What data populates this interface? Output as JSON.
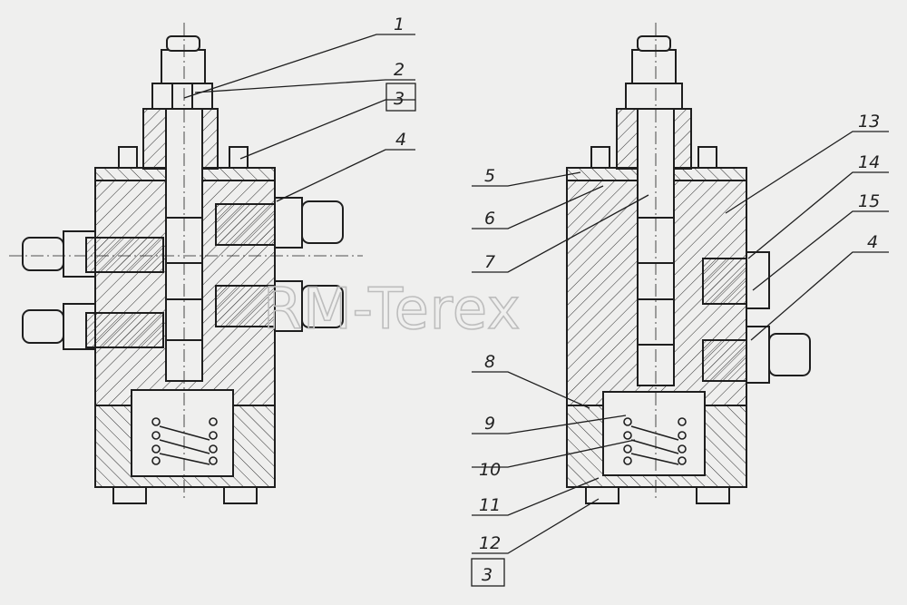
{
  "watermark": "RM-Terex",
  "callouts_left": [
    "1",
    "2",
    "3",
    "4"
  ],
  "callouts_right": [
    "5",
    "6",
    "7",
    "8",
    "9",
    "10",
    "11",
    "12",
    "3",
    "13",
    "14",
    "15",
    "4"
  ],
  "colors": {
    "ink": "#1e1e1e",
    "paper": "#efefee",
    "watermark": "#bdbdbd"
  }
}
